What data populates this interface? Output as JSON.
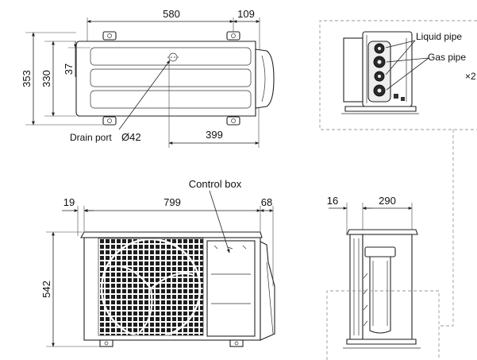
{
  "top_view": {
    "dim_width": "580",
    "dim_right": "109",
    "dim_depth_outer": "353",
    "dim_depth_inner": "330",
    "dim_offset": "37",
    "dim_drain_to_edge": "399",
    "drain_label": "Drain port",
    "drain_diameter": "Ø42"
  },
  "front_view": {
    "dim_left": "19",
    "dim_width": "799",
    "dim_right": "68",
    "dim_height": "542",
    "control_box_label": "Control box"
  },
  "side_view": {
    "dim_left": "16",
    "dim_depth": "290"
  },
  "detail_view": {
    "liquid_pipe_label": "Liquid pipe",
    "gas_pipe_label": "Gas pipe",
    "multiplier": "×2"
  }
}
